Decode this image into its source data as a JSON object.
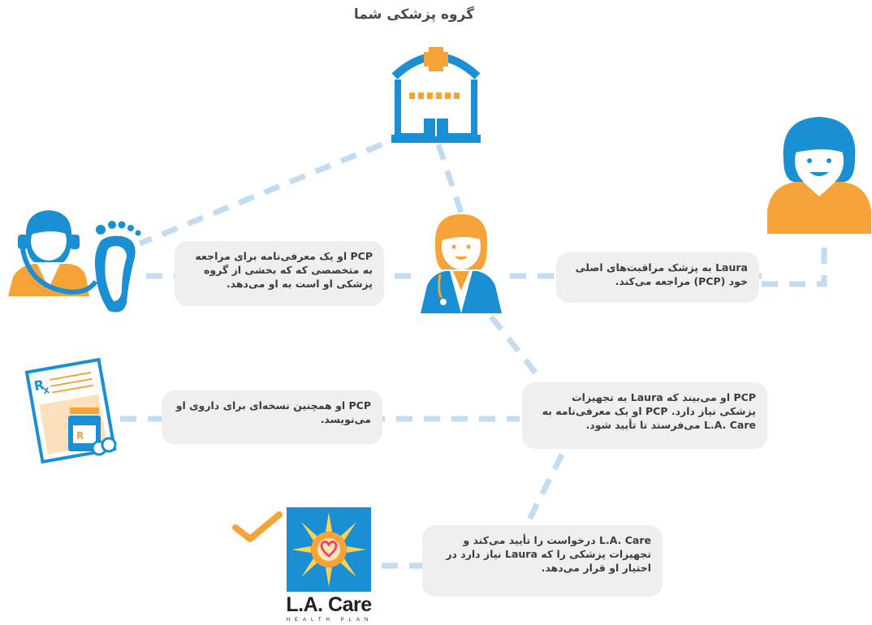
{
  "title": "گروه پزشکی شما",
  "steps": [
    {
      "text": "Laura به پزشک مراقبت‌های اصلی خود (PCP) مراجعه می‌کند."
    },
    {
      "text": "PCP او یک معرفی‌نامه برای مراجعه به متخصصی که که بخشی از گروه پزشکی او است به او می‌دهد."
    },
    {
      "text": "PCP او می‌بیند که Laura به تجهیزات پزشکی نیاز دارد. PCP او یک معرفی‌نامه به L.A. Care می‌فرستد تا تأیید شود."
    },
    {
      "text": "PCP او همچنین نسخه‌ای برای داروی او می‌نویسد."
    },
    {
      "text": "L.A. Care درخواست را تأیید می‌کند و تجهیزات پزشکی را که Laura نیاز دارد در اختیار او قرار می‌دهد."
    }
  ],
  "icons": {
    "hospital": "hospital-icon",
    "patient": "patient-icon",
    "doctor": "doctor-icon",
    "specialist": "specialist-podiatrist-icon",
    "prescription": "prescription-icon",
    "approval": "checkmark-icon",
    "logo": "la-care-logo"
  },
  "logo": {
    "name": "L.A. Care",
    "subtitle": "HEALTH PLAN"
  },
  "colors": {
    "blue": "#1a8fd4",
    "orange": "#f6a33a",
    "connector": "#c3dcef",
    "box": "#efefef"
  }
}
